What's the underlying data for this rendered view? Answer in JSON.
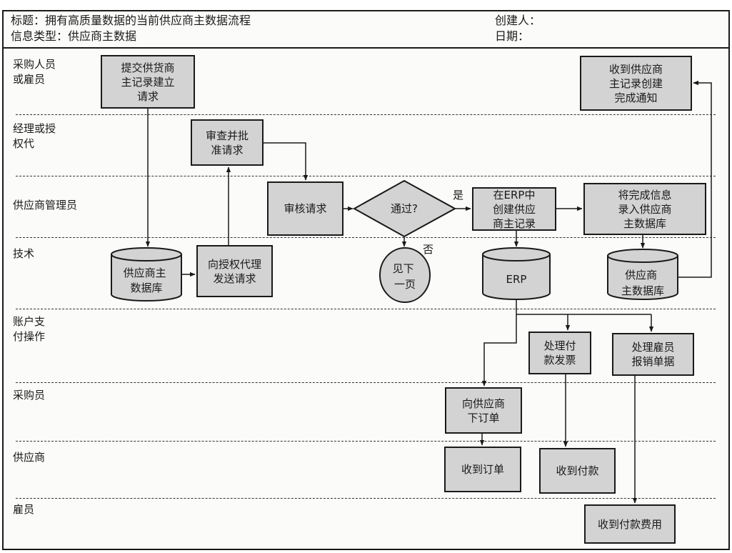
{
  "header": {
    "title": "标题：拥有高质量数据的当前供应商主数据流程",
    "info_type": "信息类型：供应商主数据",
    "creator": "创建人：",
    "date": "日期："
  },
  "lanes": [
    "采购人员\n或雇员",
    "经理或授\n权代",
    "供应商管理员",
    "技术",
    "账户支\n付操作",
    "采购员",
    "供应商",
    "雇员"
  ],
  "nodes": {
    "submit_request": "提交供货商\n主记录建立\n请求",
    "receive_notice": "收到供应商\n主记录创建\n完成通知",
    "review_approve": "审查并批\n准请求",
    "audit_request": "审核请求",
    "pass_decision": "通过?",
    "create_in_erp": "在ERP中\n创建供应\n商主记录",
    "enter_completion": "将完成信息\n录入供应商\n主数据库",
    "vendor_db_left": "供应商主\n数据库",
    "send_request": "向授权代理\n发送请求",
    "see_next_page": "见下\n一页",
    "erp_db": "ERP",
    "vendor_db_right": "供应商\n主数据库",
    "process_invoice": "处理付\n款发票",
    "process_expense": "处理雇员\n报销单据",
    "place_order": "向供应商\n下订单",
    "receive_order": "收到订单",
    "receive_payment": "收到付款",
    "receive_expense": "收到付款费用"
  },
  "labels": {
    "yes": "是",
    "no": "否"
  }
}
